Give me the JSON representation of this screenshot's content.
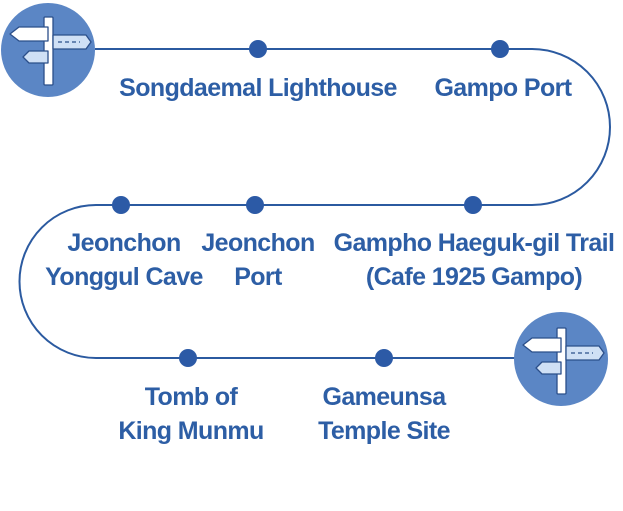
{
  "route": {
    "line_color": "#2b5aa0",
    "dot_color": "#2c5aa6",
    "badge_color": "#5b86c5",
    "sign_fill": "#ffffff",
    "sign_accent": "#cfe0f5",
    "label_color": "#2d5ea5",
    "stops": [
      {
        "lines": [
          "Songdaemal Lighthouse"
        ]
      },
      {
        "lines": [
          "Gampo Port"
        ]
      },
      {
        "lines": [
          "Gampho Haeguk-gil Trail",
          "(Cafe 1925 Gampo)"
        ]
      },
      {
        "lines": [
          "Jeonchon",
          "Port"
        ]
      },
      {
        "lines": [
          "Jeonchon",
          "Yonggul Cave"
        ]
      },
      {
        "lines": [
          "Tomb of",
          "King Munmu"
        ]
      },
      {
        "lines": [
          "Gameunsa",
          "Temple Site"
        ]
      }
    ],
    "start_icon": "signpost-icon",
    "end_icon": "signpost-icon"
  }
}
